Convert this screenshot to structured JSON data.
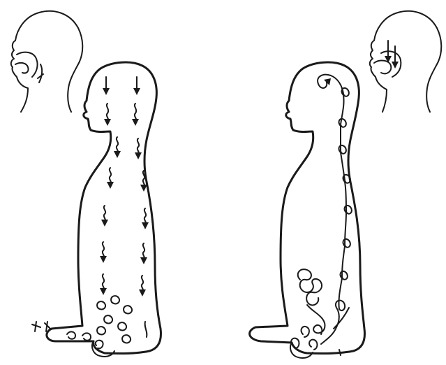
{
  "illustration": {
    "ink_color": "#1a1a1a",
    "background_color": "#ffffff",
    "panels": [
      {
        "id": "left",
        "icon": "seated-figure-downward-arrows",
        "inset_icon": "head-profile-breathing"
      },
      {
        "id": "right",
        "icon": "seated-figure-spiral-channel",
        "inset_icon": "head-profile-breathing-arrows"
      }
    ]
  }
}
